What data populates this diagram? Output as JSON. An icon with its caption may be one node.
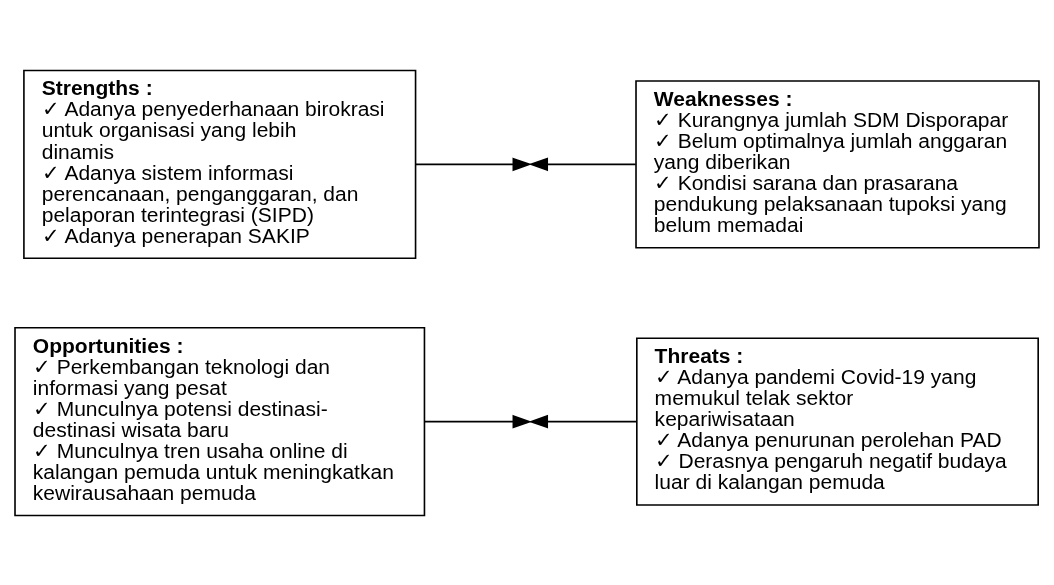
{
  "diagram": {
    "nodes": [
      {
        "text": [
          "Strengths :",
          "✓ Adanya penyederhanaan birokrasi untuk organisasi yang lebih dinamis",
          "✓ Adanya sistem informasi perencanaan, penganggaran, dan pelaporan terintegrasi (SIPD)",
          "✓ Adanya penerapan SAKIP"
        ]
      },
      {
        "text": [
          "Weaknesses :",
          "✓ Kurangnya jumlah SDM Disporapar",
          "✓ Belum optimalnya jumlah anggaran yang diberikan",
          "✓ Kondisi sarana dan prasarana pendukung pelaksanaan tupoksi yang belum memadai"
        ]
      },
      {
        "text": [
          "Opportunities :",
          "✓ Perkembangan teknologi dan informasi yang pesat",
          "✓ Munculnya potensi destinasi-destinasi wisata baru",
          "✓ Munculnya tren usaha online di kalangan pemuda untuk meningkatkan kewirausahaan pemuda"
        ]
      },
      {
        "text": [
          "Threats :",
          "✓ Adanya pandemi Covid-19 yang memukul telak sektor kepariwisataan",
          "✓ Adanya penurunan perolehan PAD",
          "✓ Derasnya pengaruh negatif budaya luar di kalangan pemuda"
        ]
      }
    ],
    "edges": [
      {
        "from": 0,
        "to": null,
        "arrow": "to"
      },
      {
        "from": 1,
        "to": null,
        "arrow": "to"
      },
      {
        "from": 2,
        "to": null,
        "arrow": "to"
      },
      {
        "from": 3,
        "to": null,
        "arrow": "to"
      }
    ]
  }
}
